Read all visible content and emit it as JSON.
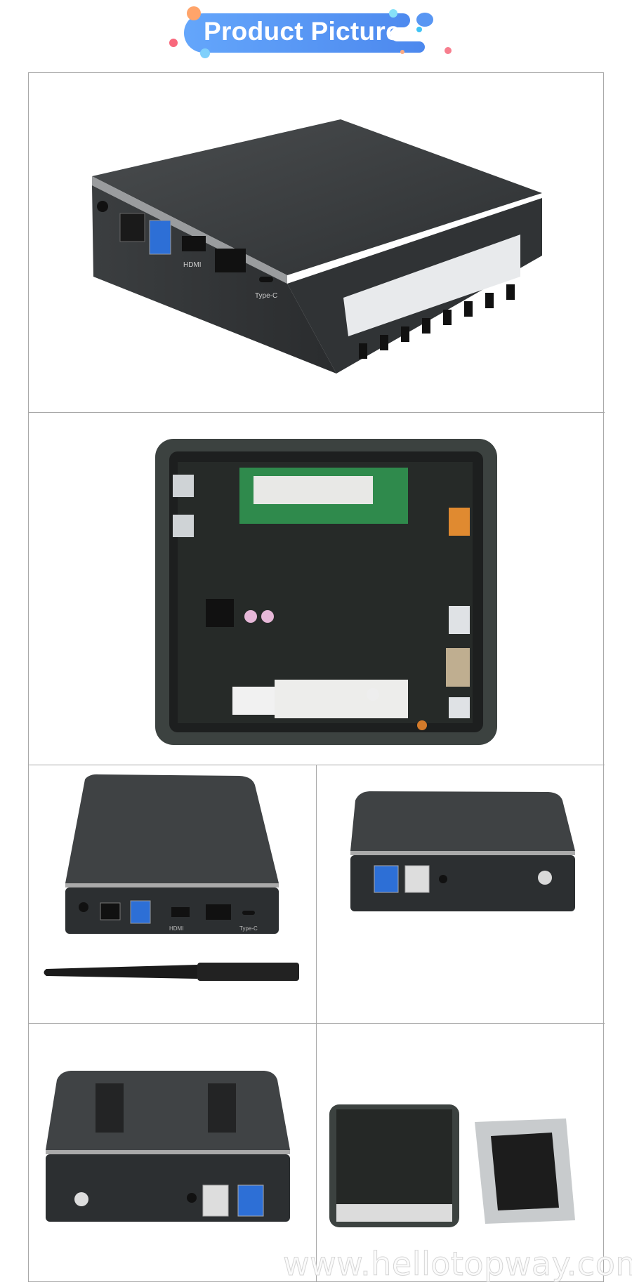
{
  "header": {
    "title": "Product Picture",
    "colors": {
      "banner": "#5b9cf6",
      "accent_orange": "#ffa46a",
      "accent_cyan": "#7fd6ff",
      "accent_pink": "#f86a7e"
    }
  },
  "photos": [
    {
      "id": "front-angle",
      "labels": {
        "hdmi": "HDMI",
        "typec": "Type-C"
      }
    },
    {
      "id": "interior"
    },
    {
      "id": "front-with-antenna",
      "labels": {
        "hdmi": "HDMI",
        "typec": "Type-C"
      }
    },
    {
      "id": "rear"
    },
    {
      "id": "bottom"
    },
    {
      "id": "disassembled"
    }
  ],
  "watermark": "www.hellotopway.com"
}
